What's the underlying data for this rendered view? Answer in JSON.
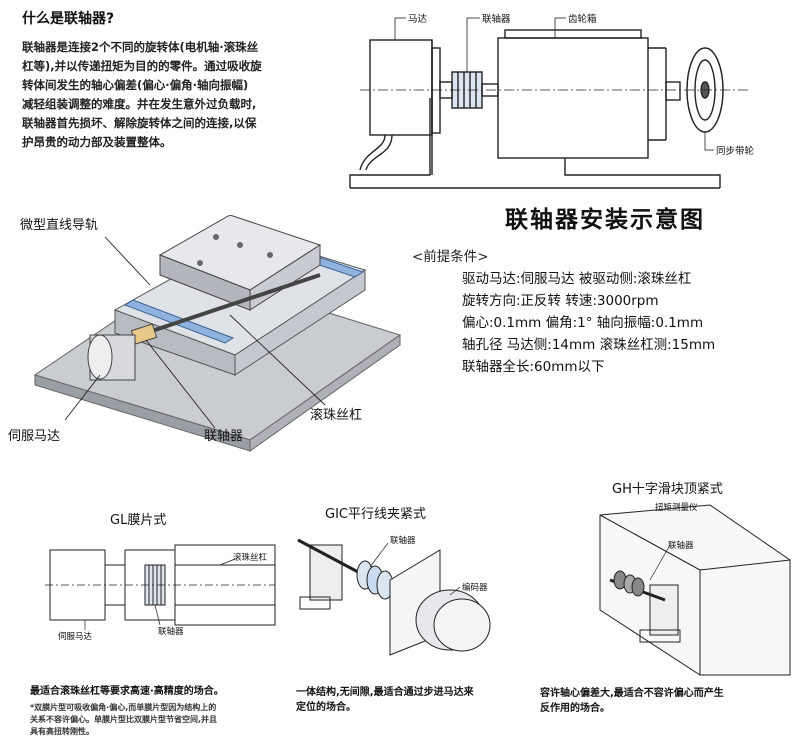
{
  "intro": {
    "title": "什么是联轴器?",
    "lines": [
      "联轴器是连接2个不同的旋转体(电机轴·滚珠丝",
      "杠等),并以传递扭矩为目的的零件。通过吸收旋",
      "转体间发生的轴心偏差(偏心·偏角·轴向振幅)",
      "减轻组装调整的难度。并在发生意外过负载时,",
      "联轴器首先损坏、解除旋转体之间的连接,以保",
      "护昂贵的动力部及装置整体。"
    ]
  },
  "install_diagram": {
    "label_motor": "马达",
    "label_coupling": "联轴器",
    "label_gearbox": "齿轮箱",
    "label_pulley": "同步带轮",
    "title": "联轴器安装示意图"
  },
  "conditions": {
    "header": "<前提条件>",
    "rows": [
      "驱动马达:伺服马达   被驱动侧:滚珠丝杠",
      "旋转方向:正反转   转速:3000rpm",
      "偏心:0.1mm   偏角:1°   轴向振幅:0.1mm",
      "轴孔径   马达侧:14mm   滚珠丝杠测:15mm",
      "联轴器全长:60mm以下"
    ]
  },
  "stage": {
    "label_rail": "微型直线导轨",
    "label_servo": "伺服马达",
    "label_coupling": "联轴器",
    "label_screw": "滚珠丝杠"
  },
  "types": [
    {
      "title": "GL膜片式",
      "labels": {
        "screw": "滚珠丝杠",
        "servo": "伺服马达",
        "coupling": "联轴器"
      },
      "note": [
        "最适合滚珠丝杠等要求高速·高精度的场合。"
      ],
      "subnote": [
        "*双膜片型可吸收偏角·偏心,而单膜片型因为结构上的",
        "关系不容许偏心。单膜片型比双膜片型节省空间,并且",
        "具有高扭转刚性。"
      ]
    },
    {
      "title": "GIC平行线夹紧式",
      "labels": {
        "coupling": "联轴器",
        "encoder": "编码器"
      },
      "note": [
        "一体结构,无间隙,最适合通过步进马达来",
        "定位的场合。"
      ]
    },
    {
      "title": "GH十字滑块顶紧式",
      "labels": {
        "instrument": "扭矩测量仪",
        "coupling": "联轴器"
      },
      "note": [
        "容许轴心偏差大,最适合不容许偏心而产生",
        "反作用的场合。"
      ]
    }
  ]
}
